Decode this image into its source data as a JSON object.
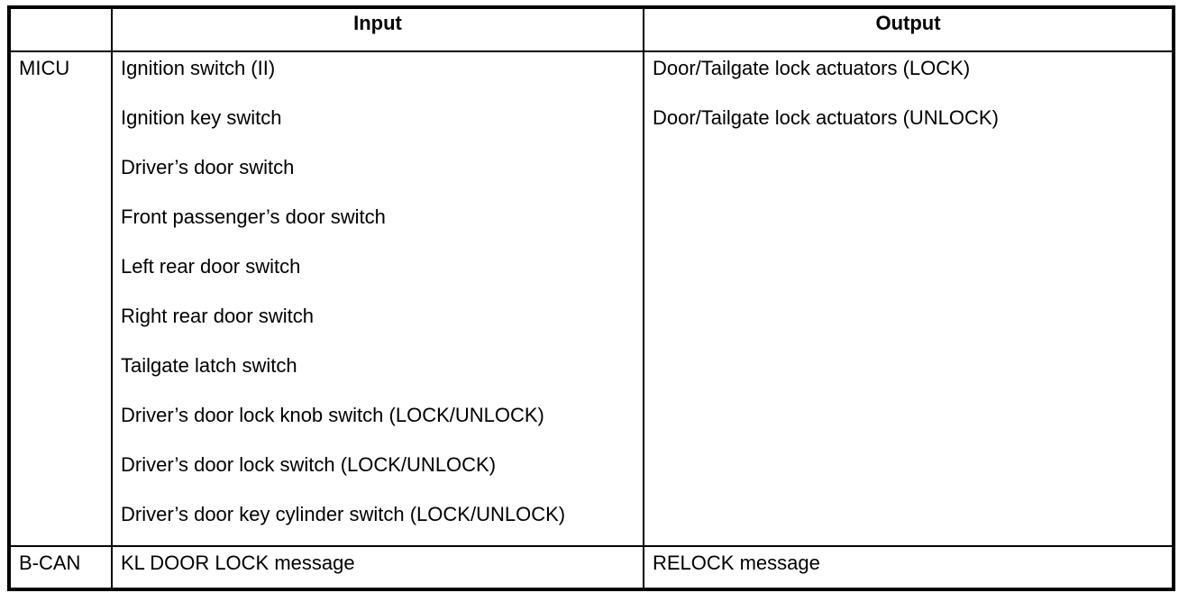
{
  "page": {
    "background_color": "#ffffff",
    "border_color": "#000000",
    "text_color": "#000000"
  },
  "table": {
    "headers": {
      "row_label": "",
      "input": "Input",
      "output": "Output"
    },
    "rows": [
      {
        "source": "MICU",
        "inputs": [
          "Ignition switch (II)",
          "Ignition key switch",
          "Driver’s door switch",
          "Front passenger’s door switch",
          "Left rear door switch",
          "Right rear door switch",
          "Tailgate latch switch",
          "Driver’s door lock knob switch (LOCK/UNLOCK)",
          "Driver’s door lock switch (LOCK/UNLOCK)",
          "Driver’s door key cylinder switch (LOCK/UNLOCK)"
        ],
        "outputs": [
          "Door/Tailgate lock actuators (LOCK)",
          "Door/Tailgate lock actuators (UNLOCK)"
        ]
      },
      {
        "source": "B-CAN",
        "inputs": [
          "KL DOOR LOCK message"
        ],
        "outputs": [
          "RELOCK message"
        ]
      }
    ]
  }
}
